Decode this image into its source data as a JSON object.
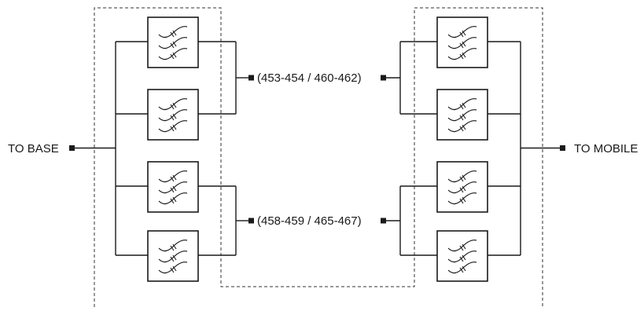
{
  "labels": {
    "to_base": "TO BASE",
    "to_mobile": "TO MOBILE",
    "band_upper": "(453-454 / 460-462)",
    "band_lower": "(458-459 / 465-467)"
  },
  "filter_icon": "triple-wave-bandpass-filter-icon",
  "colors": {
    "line": "#1a1a1a",
    "dashed_box": "#333333",
    "background": "#ffffff"
  }
}
